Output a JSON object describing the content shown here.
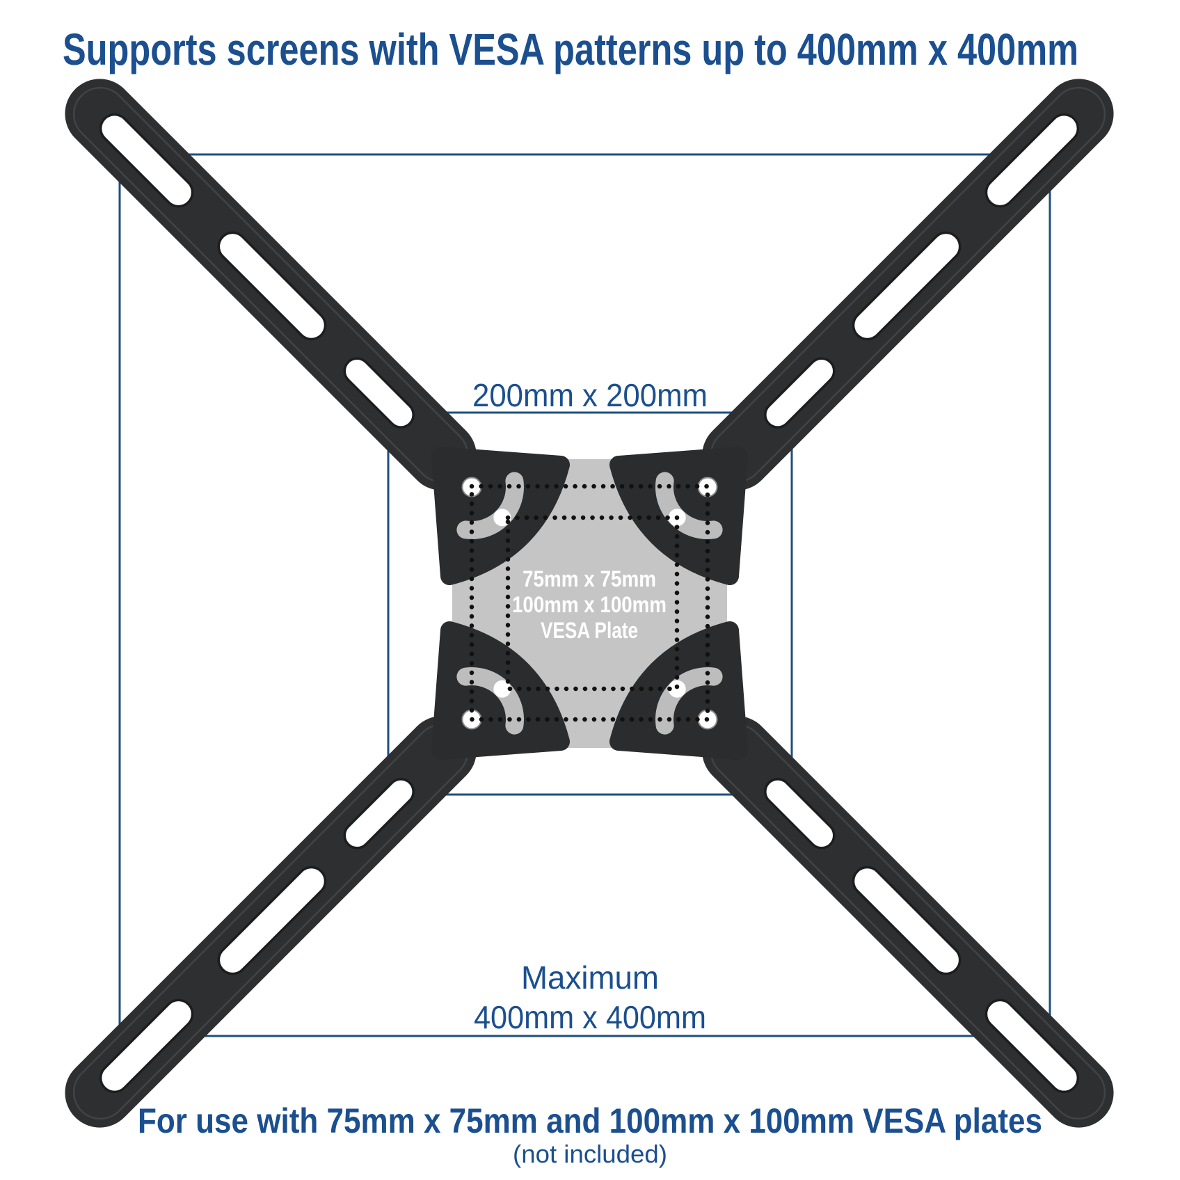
{
  "title": "Supports screens with VESA patterns up to 400mm x 400mm",
  "labels": {
    "pattern_200": "200mm x 200mm",
    "maximum": "Maximum",
    "pattern_400": "400mm x 400mm"
  },
  "plate": {
    "line1": "75mm x 75mm",
    "line2": "100mm x 100mm",
    "line3": "VESA Plate"
  },
  "footer": {
    "line1": "For use with 75mm x 75mm and 100mm x 100mm VESA plates",
    "line2": "(not included)"
  },
  "colors": {
    "text_blue": "#1b4f8f",
    "outline_blue": "#1f4e7f",
    "arm_black": "#2e2f30",
    "bracket_black": "#2b2c2d",
    "plate_gray": "#c5c5c5",
    "dotted_black": "#111111"
  }
}
